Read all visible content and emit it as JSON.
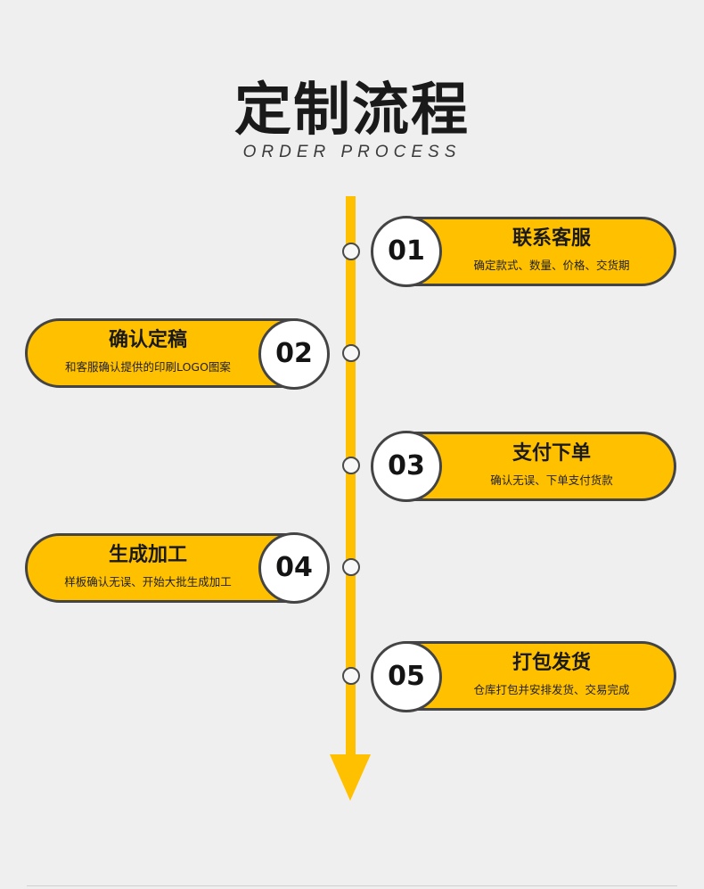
{
  "header": {
    "title": "定制流程",
    "subtitle": "ORDER PROCESS"
  },
  "steps": [
    {
      "number": "01",
      "title": "联系客服",
      "desc": "确定款式、数量、价格、交货期"
    },
    {
      "number": "02",
      "title": "确认定稿",
      "desc": "和客服确认提供的印刷LOGO图案"
    },
    {
      "number": "03",
      "title": "支付下单",
      "desc": "确认无误、下单支付货款"
    },
    {
      "number": "04",
      "title": "生成加工",
      "desc": "样板确认无误、开始大批生成加工"
    },
    {
      "number": "05",
      "title": "打包发货",
      "desc": "仓库打包并安排发货、交易完成"
    }
  ],
  "colors": {
    "background": "#efefef",
    "accent": "#ffc000",
    "outline": "#444444",
    "text": "#1a1a1a"
  }
}
